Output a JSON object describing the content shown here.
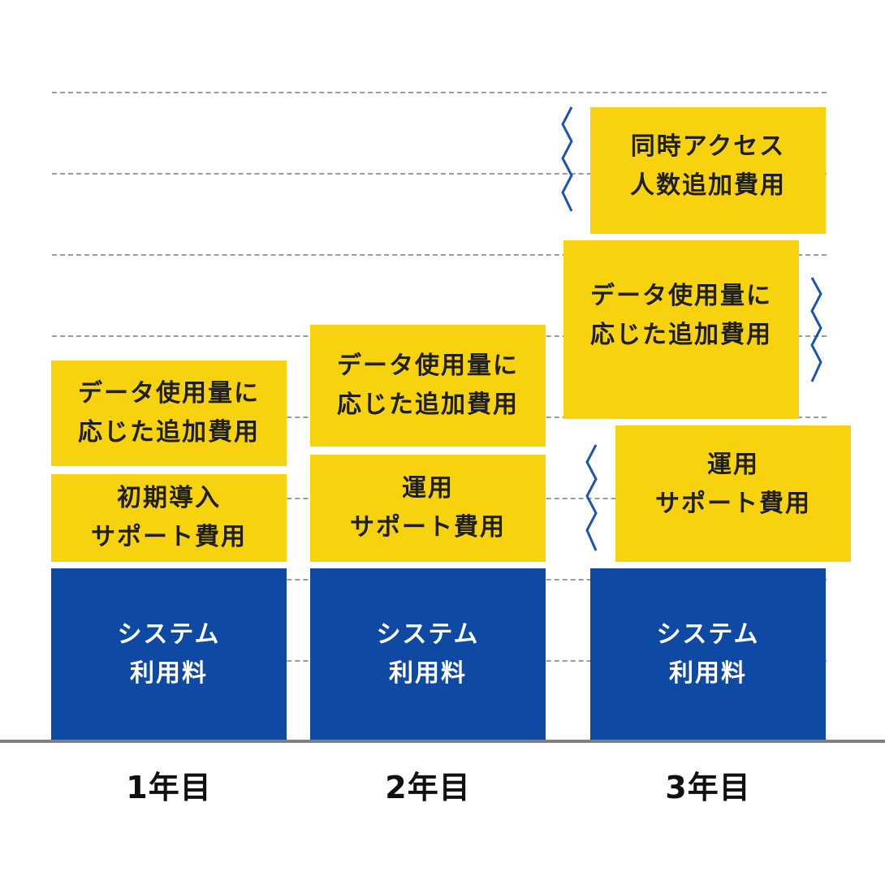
{
  "colors": {
    "yellow": "#f7d30f",
    "blue": "#0e4aa3",
    "zigzag": "#1a56b0"
  },
  "columns": [
    {
      "year_label": "1年目",
      "blocks": [
        {
          "lines": [
            "システム",
            "利用料"
          ],
          "color": "blue"
        },
        {
          "lines": [
            "初期導入",
            "サポート費用"
          ],
          "color": "yellow"
        },
        {
          "lines": [
            "データ使用量に",
            "応じた追加費用"
          ],
          "color": "yellow"
        }
      ]
    },
    {
      "year_label": "2年目",
      "blocks": [
        {
          "lines": [
            "システム",
            "利用料"
          ],
          "color": "blue"
        },
        {
          "lines": [
            "運用",
            "サポート費用"
          ],
          "color": "yellow"
        },
        {
          "lines": [
            "データ使用量に",
            "応じた追加費用"
          ],
          "color": "yellow"
        }
      ]
    },
    {
      "year_label": "3年目",
      "blocks": [
        {
          "lines": [
            "システム",
            "利用料"
          ],
          "color": "blue"
        },
        {
          "lines": [
            "運用",
            "サポート費用"
          ],
          "color": "yellow",
          "variable": true
        },
        {
          "lines": [
            "データ使用量に",
            "応じた追加費用"
          ],
          "color": "yellow",
          "variable": true
        },
        {
          "lines": [
            "同時アクセス",
            "人数追加費用"
          ],
          "color": "yellow",
          "variable": true
        }
      ]
    }
  ]
}
